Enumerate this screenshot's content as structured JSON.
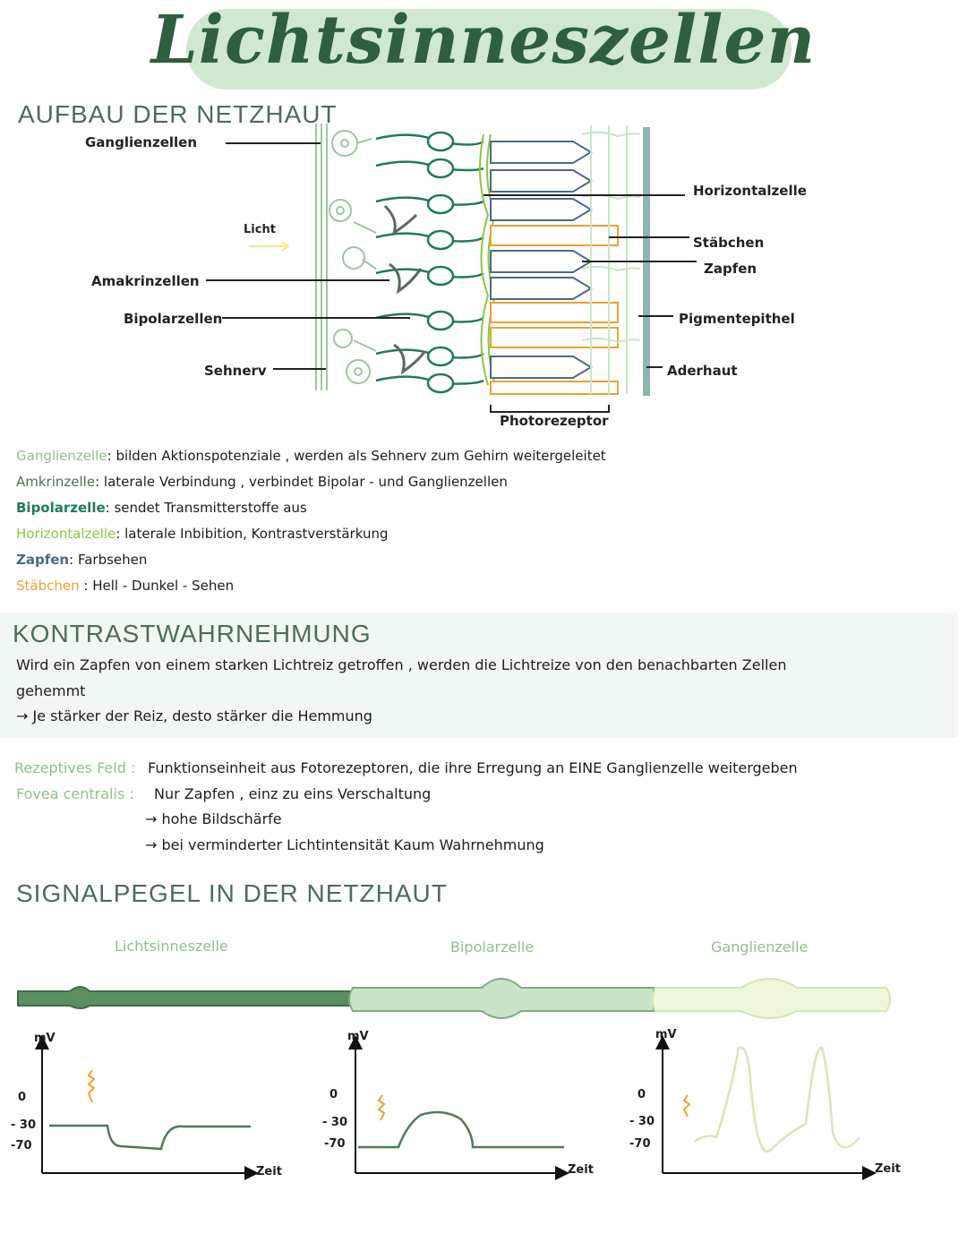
{
  "title": "Lichtsinneszellen",
  "section_retina": {
    "heading": "AUFBAU DER NETZHAUT",
    "labels": {
      "ganglienzellen": "Ganglienzellen",
      "licht": "Licht",
      "amakrinzellen": "Amakrinzellen",
      "bipolarzellen": "Bipolarzellen",
      "sehnerv": "Sehnerv",
      "horizontalzelle": "Horizontalzelle",
      "staebchen": "Stäbchen",
      "zapfen": "Zapfen",
      "pigmentepithel": "Pigmentepithel",
      "aderhaut": "Aderhaut",
      "photorezeptor": "Photorezeptor"
    }
  },
  "legend": [
    {
      "term": "Ganglienzelle",
      "sep": ":",
      "text": "bilden Aktionspotenziale , werden als Sehnerv zum Gehirn weitergeleitet",
      "color": "#8fbf8f"
    },
    {
      "term": "Amkrinzelle",
      "sep": ":",
      "text": "laterale Verbindung , verbindet Bipolar - und Ganglienzellen",
      "color": "#4f6f56"
    },
    {
      "term": "Bipolarzelle",
      "sep": ":",
      "text": "sendet Transmitterstoffe aus",
      "color": "#1f7a5a"
    },
    {
      "term": "Horizontalzelle",
      "sep": ":",
      "text": "laterale Inbibition, Kontrastverstärkung",
      "color": "#8cc63f"
    },
    {
      "term": "Zapfen",
      "sep": ":",
      "text": "Farbsehen",
      "color": "#4a6a8a"
    },
    {
      "term": "Stäbchen",
      "sep": ":",
      "text": "Hell - Dunkel - Sehen",
      "color": "#f0a030"
    }
  ],
  "contrast": {
    "heading": "KONTRASTWAHRNEHMUNG",
    "line1": "Wird ein Zapfen von einem starken Lichtreiz getroffen , werden die Lichtreize von den benachbarten Zellen",
    "line2": "gehemmt",
    "line3": "→ Je stärker der Reiz, desto stärker die Hemmung"
  },
  "receptive": {
    "term1": "Rezeptives Feld :",
    "text1": "Funktionseinheit aus Fotorezeptoren, die ihre Erregung an EINE Ganglienzelle weitergeben",
    "term2": "Fovea centralis :",
    "text2": "Nur Zapfen , einz zu eins Verschaltung",
    "text3": "→ hohe Bildschärfe",
    "text4": "→ bei verminderter Lichtintensität Kaum Wahrnehmung"
  },
  "signal": {
    "heading": "SIGNALPEGEL IN DER NETZHAUT",
    "cells": [
      "Lichtsinneszelle",
      "Bipolarzelle",
      "Ganglienzelle"
    ],
    "axis": {
      "y_label": "mV",
      "x_label": "Zeit",
      "ticks": [
        "0",
        "- 30",
        "-70"
      ]
    }
  },
  "colors": {
    "title": "#2f5f3e",
    "heading": "#4d6d57",
    "ganglion": "#8fbf8f",
    "bipolar": "#1f7a5a",
    "horizontal": "#8cc63f",
    "cone": "#4a6a8a",
    "rod": "#f0a030"
  }
}
